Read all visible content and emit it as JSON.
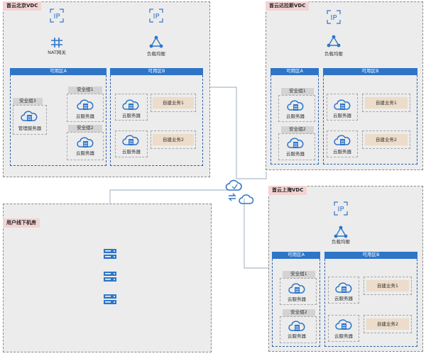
{
  "beijing": {
    "title": "首云北京VDC",
    "nat": "NAT网关",
    "lb": "负载均衡",
    "zone_a": "可用区A",
    "zone_b": "可用区B",
    "sg1": "安全组1",
    "sg2": "安全组2",
    "sg3": "安全组3",
    "mgmt": "管理服务器",
    "cloud_server": "云服务器",
    "biz1": "自建业务1",
    "biz2": "自建业务2"
  },
  "dallas": {
    "title": "首云达拉斯VDC",
    "lb": "负载均衡",
    "zone_a": "可用区A",
    "zone_b": "可用区B",
    "sg1": "安全组1",
    "sg2": "安全组2",
    "cloud_server": "云服务器",
    "biz1": "自建业务1",
    "biz2": "自建业务2"
  },
  "shanghai": {
    "title": "首云上海VDC",
    "lb": "负载均衡",
    "zone_a": "可用区A",
    "zone_b": "可用区B",
    "sg1": "安全组1",
    "sg2": "安全组2",
    "cloud_server": "云服务器",
    "biz1": "自建业务1",
    "biz2": "自建业务2"
  },
  "offline": {
    "title": "用户线下机房"
  },
  "icons": {
    "ip": "IP",
    "server_glyph": "☰"
  },
  "colors": {
    "accent": "#2e75c8",
    "vdc_bg": "#ececec",
    "title_bg": "#f3d3d3",
    "biz_bg": "#ecdcc9"
  }
}
